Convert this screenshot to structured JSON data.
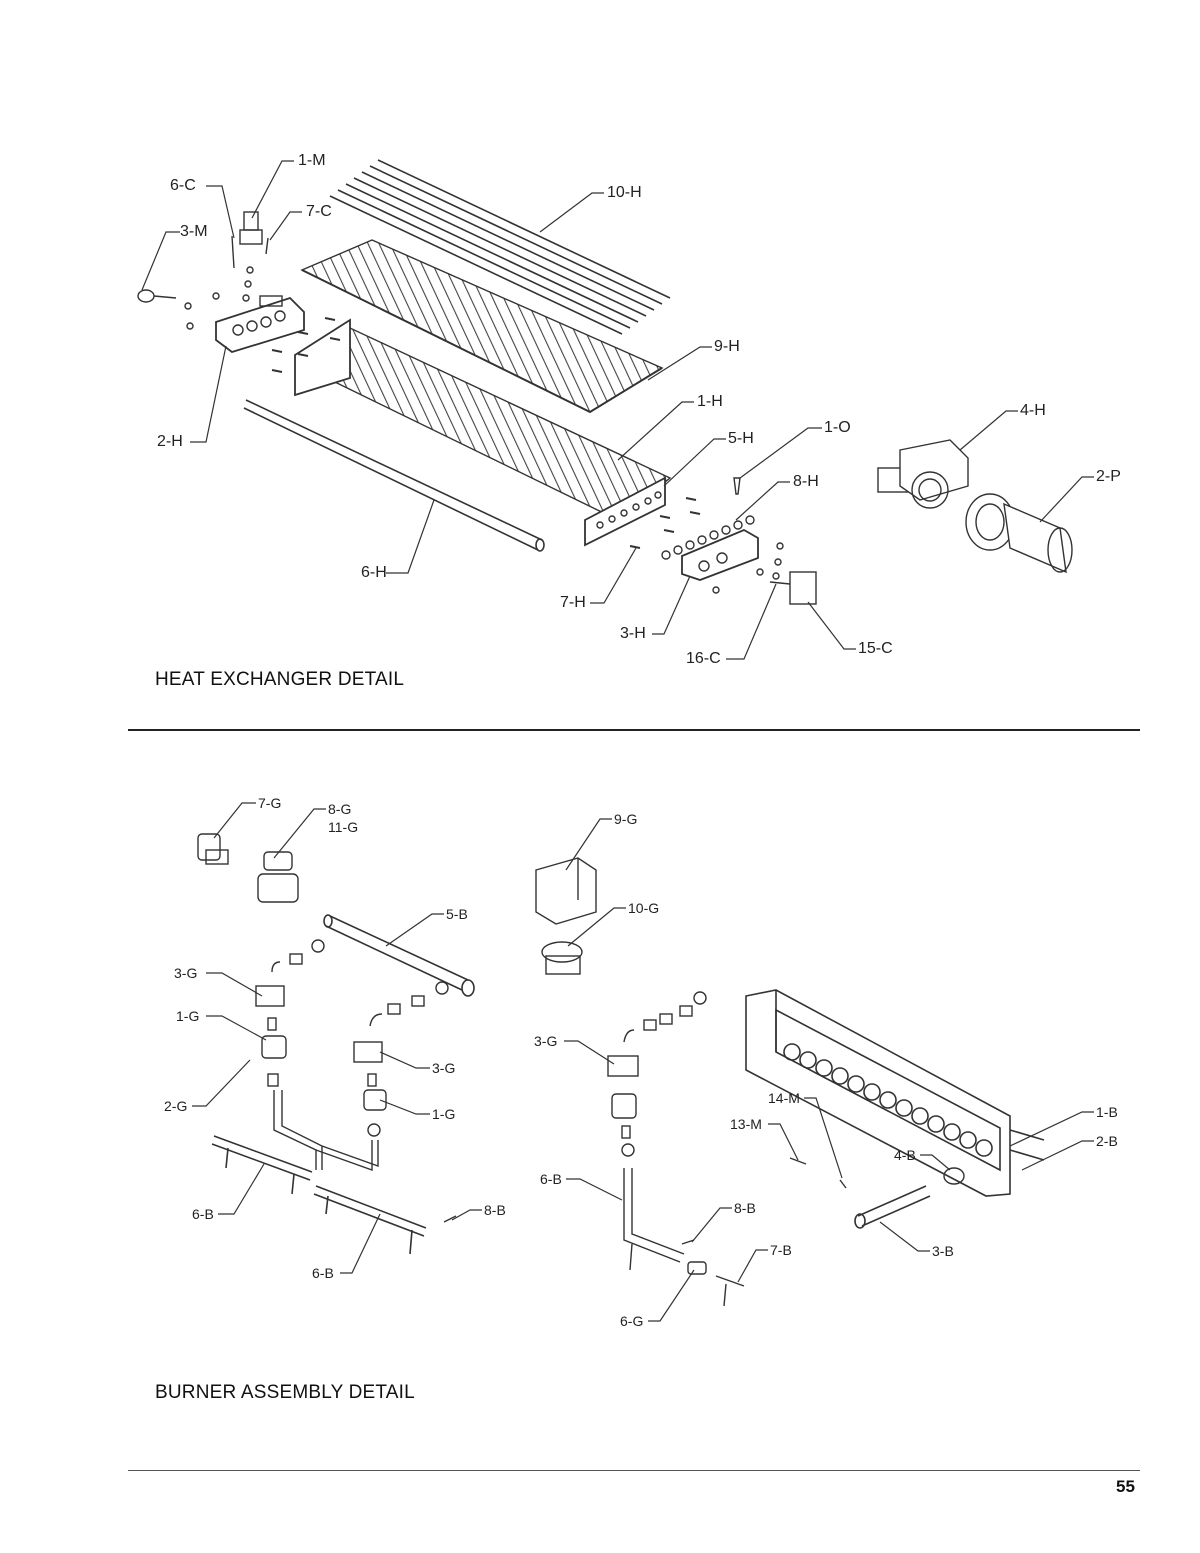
{
  "heat_exchanger": {
    "title": "HEAT EXCHANGER DETAIL",
    "callouts": [
      "1-M",
      "6-C",
      "7-C",
      "3-M",
      "10-H",
      "9-H",
      "1-H",
      "2-H",
      "5-H",
      "1-O",
      "4-H",
      "2-P",
      "8-H",
      "6-H",
      "7-H",
      "3-H",
      "16-C",
      "15-C"
    ]
  },
  "burner_assembly": {
    "title": "BURNER ASSEMBLY DETAIL",
    "callouts": [
      "7-G",
      "8-G",
      "11-G",
      "9-G",
      "5-B",
      "10-G",
      "3-G",
      "1-G",
      "3-G",
      "2-G",
      "1-G",
      "3-G",
      "6-B",
      "8-B",
      "6-B",
      "14-M",
      "13-M",
      "1-B",
      "2-B",
      "4-B",
      "6-B",
      "8-B",
      "7-B",
      "3-B",
      "6-G"
    ]
  },
  "footer": {
    "page_number": "55"
  }
}
